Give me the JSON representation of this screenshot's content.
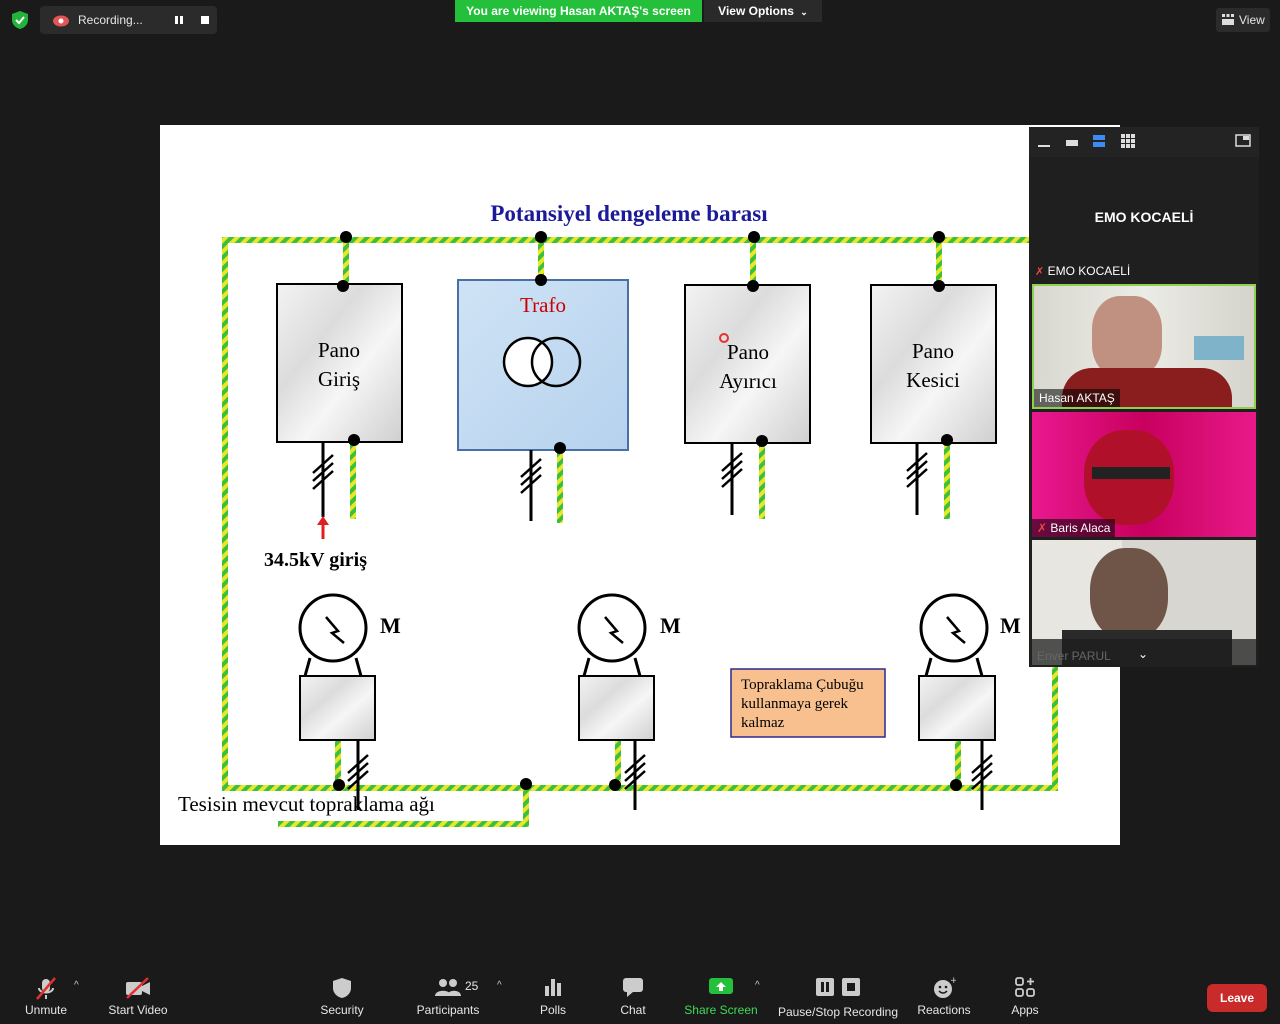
{
  "top_bar": {
    "recording_label": "Recording...",
    "viewing_banner": "You are viewing Hasan AKTAŞ's screen",
    "view_options_label": "View Options",
    "view_label": "View"
  },
  "slide": {
    "title": "Potansiyel dengeleme barası",
    "boxes": [
      {
        "line1": "Pano",
        "line2": "Giriş"
      },
      {
        "line1": "Trafo",
        "line2": ""
      },
      {
        "line1": "Pano",
        "line2": "Ayırıcı"
      },
      {
        "line1": "Pano",
        "line2": "Kesici"
      }
    ],
    "input_label": "34.5kV giriş",
    "motor_label": "M",
    "note_lines": [
      "Topraklama Çubuğu",
      "kullanmaya gerek",
      "kalmaz"
    ],
    "ground_network_label": "Tesisin mevcut topraklama ağı"
  },
  "panel": {
    "title": "EMO KOCAELİ",
    "caption": "EMO KOCAELİ",
    "participants": [
      {
        "name": "Hasan AKTAŞ",
        "muted": false
      },
      {
        "name": "Baris Alaca",
        "muted": true
      },
      {
        "name": "Enver PARUL",
        "muted": false
      }
    ]
  },
  "toolbar": {
    "unmute": "Unmute",
    "start_video": "Start Video",
    "security": "Security",
    "participants": "Participants",
    "participants_count": "25",
    "polls": "Polls",
    "chat": "Chat",
    "share_screen": "Share Screen",
    "pause_stop_recording": "Pause/Stop Recording",
    "reactions": "Reactions",
    "apps": "Apps",
    "leave": "Leave"
  },
  "colors": {
    "banner_green": "#24c03b",
    "leave_red": "#c92a2a",
    "slide_title_blue": "#1a1a9a",
    "trafo_red": "#cc0000",
    "ground_green": "#3cbf3c",
    "ground_yellow": "#e8e82a",
    "note_bg": "#f9c08f"
  }
}
